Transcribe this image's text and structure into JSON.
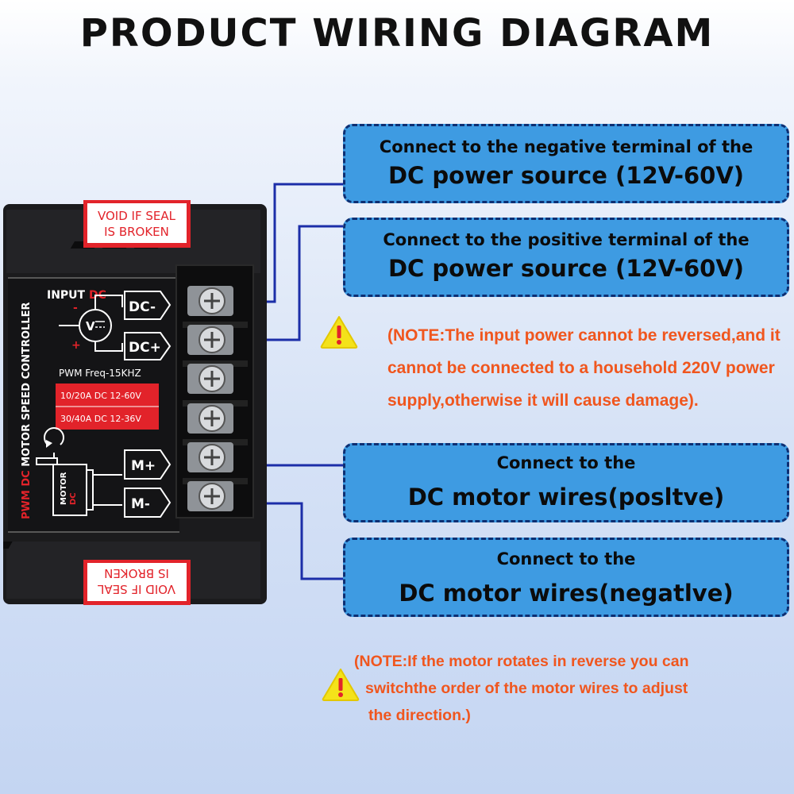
{
  "title": "PRODUCT WIRING DIAGRAM",
  "callouts": {
    "dc_negative": {
      "line1": "Connect to the negative terminal of the",
      "line2": "DC power source (12V-60V)"
    },
    "dc_positive": {
      "line1": "Connect to the positive terminal of the",
      "line2": "DC power source (12V-60V)"
    },
    "motor_positive": {
      "line1": "Connect to the",
      "line2": "DC motor wires(posltve)"
    },
    "motor_negative": {
      "line1": "Connect to the",
      "line2": "DC motor wires(negatlve)"
    }
  },
  "notes": {
    "input_power": [
      "(NOTE:The input power cannot be reversed,and it",
      "cannot be connected to a household 220V power",
      "supply,otherwise it will cause damage)."
    ],
    "motor_direction": [
      "(NOTE:If the motor rotates in reverse you can",
      "switchthe order of the motor wires to adjust",
      "the direction.)"
    ]
  },
  "device": {
    "seal_line1": "VOID IF SEAL",
    "seal_line2": "IS BROKEN",
    "side_label_red": "PWM DC",
    "side_label_white": " MOTOR SPEED CONTROLLER",
    "input_label_white": "INPUT ",
    "input_label_red": "DC",
    "minus_sign": "-",
    "plus_sign": "+",
    "voltage_symbol": "V",
    "terminal_dc_neg": "DC-",
    "terminal_dc_pos": "DC+",
    "pwm_freq": "PWM Freq-15KHZ",
    "spec_1": "10/20A DC 12-60V",
    "spec_2": "30/40A DC 12-36V",
    "motor_label_1": "DC",
    "motor_label_2": "MOTOR",
    "terminal_m_pos": "M+",
    "terminal_m_neg": "M-"
  },
  "colors": {
    "callout_fill": "#3e9be2",
    "callout_border": "#0d2f73",
    "note_text": "#f0561e",
    "wire": "#1c2ea8",
    "warning_icon": "#f4e21a",
    "device_red": "#e2232a"
  },
  "icons": [
    "warning-icon",
    "power-source-icon",
    "motor-icon",
    "screw-terminal-icon"
  ]
}
